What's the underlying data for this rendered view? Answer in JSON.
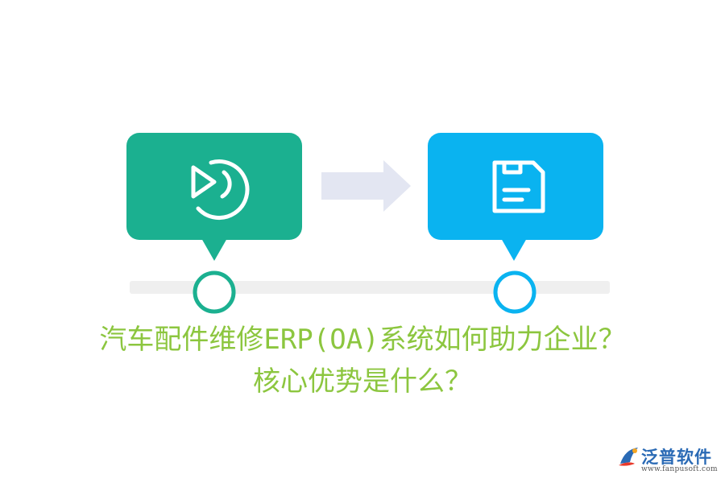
{
  "title": {
    "line1": "汽车配件维修ERP(OA)系统如何助力企业？",
    "line2": "核心优势是什么？"
  },
  "colors": {
    "green_card": "#1bb090",
    "blue_card": "#0ab3f0",
    "arrow": "#e3e6f2",
    "timeline": "#efefef",
    "title_text": "#8cc63f",
    "logo_text": "#2a6ab5"
  },
  "icons": {
    "left_card_icon": "circular-play-icon",
    "right_card_icon": "floppy-disk-icon",
    "arrow_icon": "arrow-right-icon"
  },
  "logo": {
    "name": "泛普软件",
    "url": "www.fanpusoft.com"
  }
}
